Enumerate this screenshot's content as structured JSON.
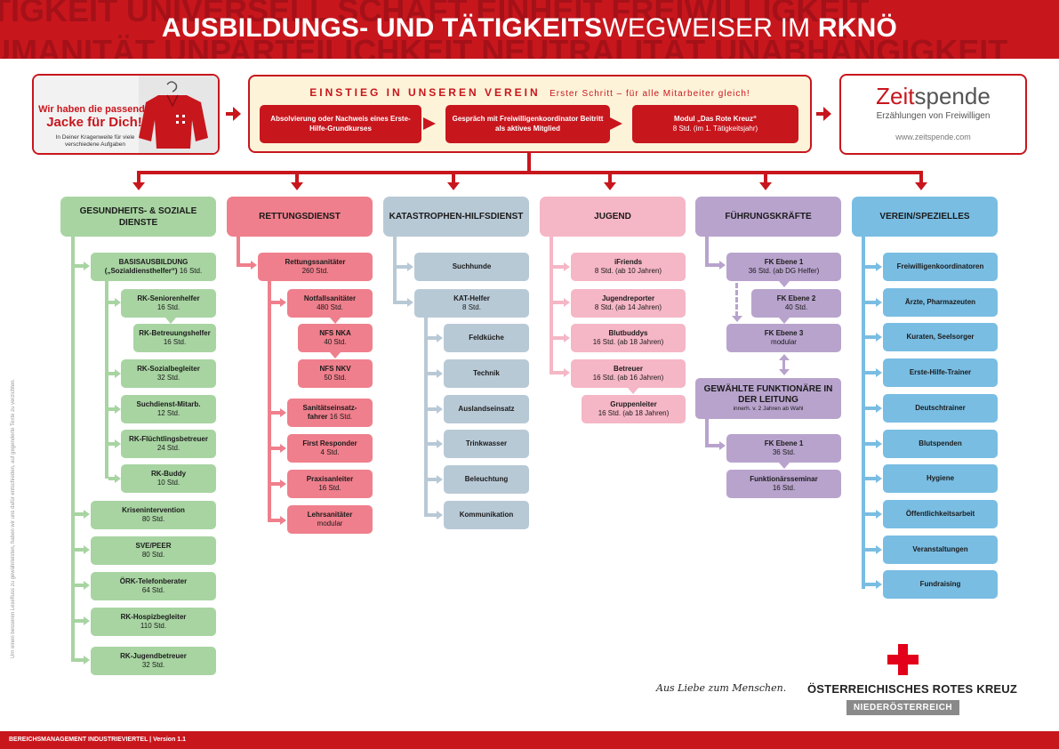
{
  "header": {
    "title_bold_1": "AUSBILDUNGS- UND TÄTIGKEITS",
    "title_light": "WEGWEISER IM ",
    "title_bold_2": "RKNÖ",
    "bg_words_1": "TIGKEIT UNIVERSELL SCHAFT EINHEIT FREIWILLIGKEIT",
    "bg_words_2": "HUMANITÄT UNPARTEILICHKEIT NEUTRALITÄT UNABHÄNGIGKEIT"
  },
  "colors": {
    "brand_red": "#c8161d",
    "gesundheit": "#a8d4a2",
    "rettung": "#ef7f8c",
    "katastrophe": "#b8c9d6",
    "jugend": "#f5b6c6",
    "fuehrung": "#b8a3cd",
    "verein": "#79bde3"
  },
  "promo": {
    "line1": "Wir haben die passende",
    "line2": "Jacke für Dich!",
    "line3": "In Deiner Kragenweite für viele verschiedene Aufgaben"
  },
  "entry": {
    "heading": "EINSTIEG IN UNSEREN VEREIN",
    "subheading": "Erster Schritt – für alle Mitarbeiter gleich!",
    "steps": [
      {
        "title": "Absolvierung oder Nachweis eines Erste-Hilfe-Grundkurses",
        "sub": ""
      },
      {
        "title": "Gespräch mit Freiwilligenkoordinator Beitritt als aktives Mitglied",
        "sub": ""
      },
      {
        "title": "Modul „Das Rote Kreuz“",
        "sub": "8 Std. (im 1. Tätigkeitsjahr)"
      }
    ]
  },
  "zeitspende": {
    "logo_a": "Zeit",
    "logo_b": "spende",
    "tagline": "Erzählungen von Freiwilligen",
    "url": "www.zeitspende.com"
  },
  "columns": {
    "gesundheit": {
      "title": "GESUNDHEITS- & SOZIALE DIENSTE",
      "basis": {
        "title": "BASISAUSBILDUNG",
        "title2": "(„Sozialdiensthelfer“)",
        "sub": "16 Std."
      },
      "basis_items": [
        {
          "title": "RK-Seniorenhelfer",
          "sub": "16 Std."
        },
        {
          "title": "RK-Betreuungshelfer",
          "sub": "16 Std."
        },
        {
          "title": "RK-Sozialbegleiter",
          "sub": "32 Std."
        },
        {
          "title": "Suchdienst-Mitarb.",
          "sub": "12 Std."
        },
        {
          "title": "RK-Flüchtlingsbetreuer",
          "sub": "24 Std."
        },
        {
          "title": "RK-Buddy",
          "sub": "10 Std."
        }
      ],
      "items": [
        {
          "title": "Krisenintervention",
          "sub": "80 Std."
        },
        {
          "title": "SVE/PEER",
          "sub": "80 Std."
        },
        {
          "title": "ÖRK-Telefonberater",
          "sub": "64 Std."
        },
        {
          "title": "RK-Hospizbegleiter",
          "sub": "110 Std."
        },
        {
          "title": "RK-Jugendbetreuer",
          "sub": "32 Std."
        }
      ]
    },
    "rettung": {
      "title": "RETTUNGSDIENST",
      "root": {
        "title": "Rettungssanitäter",
        "sub": "260 Std."
      },
      "nfs": {
        "title": "Notfallsanitäter",
        "sub": "480 Std."
      },
      "nka": {
        "title": "NFS NKA",
        "sub": "40 Std."
      },
      "nkv": {
        "title": "NFS NKV",
        "sub": "50 Std."
      },
      "items": [
        {
          "title": "Sanitätseinsatz-",
          "title2": "fahrer",
          "sub": "16 Std."
        },
        {
          "title": "First Responder",
          "sub": "4 Std."
        },
        {
          "title": "Praxisanleiter",
          "sub": "16 Std."
        },
        {
          "title": "Lehrsanitäter",
          "sub": "modular"
        }
      ]
    },
    "katastrophe": {
      "title": "KATASTROPHEN-HILFSDIENST",
      "suchhunde": {
        "title": "Suchhunde",
        "sub": ""
      },
      "kat": {
        "title": "KAT-Helfer",
        "sub": "8 Std."
      },
      "items": [
        {
          "title": "Feldküche"
        },
        {
          "title": "Technik"
        },
        {
          "title": "Auslandseinsatz"
        },
        {
          "title": "Trinkwasser"
        },
        {
          "title": "Beleuchtung"
        },
        {
          "title": "Kommunikation"
        }
      ]
    },
    "jugend": {
      "title": "JUGEND",
      "items": [
        {
          "title": "iFriends",
          "sub": "8 Std. (ab 10 Jahren)"
        },
        {
          "title": "Jugendreporter",
          "sub": "8 Std. (ab 14 Jahren)"
        },
        {
          "title": "Blutbuddys",
          "sub": "16 Std. (ab 18 Jahren)"
        },
        {
          "title": "Betreuer",
          "sub": "16 Std. (ab 16 Jahren)"
        }
      ],
      "gruppenleiter": {
        "title": "Gruppenleiter",
        "sub": "16 Std. (ab 18 Jahren)"
      }
    },
    "fuehrung": {
      "title": "FÜHRUNGSKRÄFTE",
      "fk1": {
        "title": "FK Ebene 1",
        "sub": "36 Std. (ab DG Helfer)"
      },
      "fk2": {
        "title": "FK Ebene 2",
        "sub": "40 Std."
      },
      "fk3": {
        "title": "FK Ebene 3",
        "sub": "modular"
      },
      "leitung": {
        "title": "GEWÄHLTE FUNKTIONÄRE IN DER LEITUNG",
        "sub": "innerh. v. 2 Jahren ab Wahl"
      },
      "fk1b": {
        "title": "FK Ebene 1",
        "sub": "36 Std."
      },
      "seminar": {
        "title": "Funktionärsseminar",
        "sub": "16 Std."
      }
    },
    "verein": {
      "title": "VEREIN/SPEZIELLES",
      "items": [
        "Freiwilligenkoordinatoren",
        "Ärzte, Pharmazeuten",
        "Kuraten, Seelsorger",
        "Erste-Hilfe-Trainer",
        "Deutschtrainer",
        "Blutspenden",
        "Hygiene",
        "Öffentlichkeitsarbeit",
        "Veranstaltungen",
        "Fundraising"
      ]
    }
  },
  "brand": {
    "slogan": "Aus Liebe zum Menschen.",
    "org": "ÖSTERREICHISCHES ROTES KREUZ",
    "region": "NIEDERÖSTERREICH"
  },
  "footer": {
    "text": "BEREICHSMANAGEMENT INDUSTRIEVIERTEL | Version 1.1"
  },
  "side_note": "Um einen besseren Lesefluss zu gewährleisten, haben wir uns dafür entschieden, auf gegenderte Texte zu verzichten."
}
